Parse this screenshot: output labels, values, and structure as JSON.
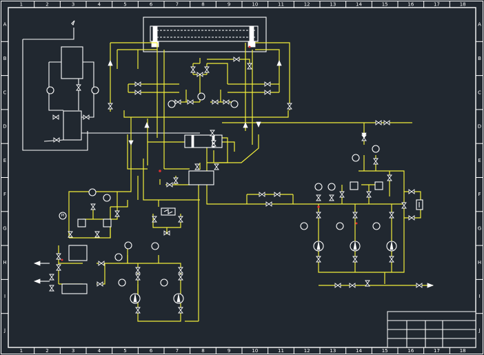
{
  "sheet": {
    "column_labels": [
      "1",
      "2",
      "3",
      "4",
      "5",
      "6",
      "7",
      "8",
      "9",
      "10",
      "11",
      "12",
      "13",
      "14",
      "15",
      "16",
      "17",
      "18"
    ],
    "row_labels": [
      "A",
      "B",
      "C",
      "D",
      "E",
      "F",
      "G",
      "H",
      "I",
      "J"
    ]
  },
  "instruments": {
    "gauge_pi_label": "PI"
  },
  "colors": {
    "background": "#212830",
    "pipe": "#f2ee3a",
    "equipment": "#ffffff",
    "marker": "#e03030"
  }
}
